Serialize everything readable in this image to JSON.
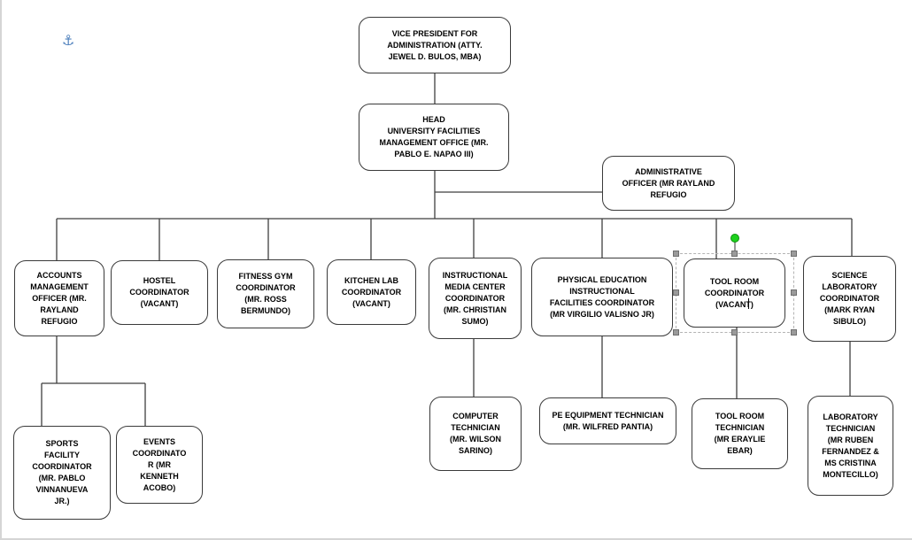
{
  "page": {
    "kind": "word-document-drawing",
    "anchor_icon": "object-anchor",
    "colors": {
      "box_border": "#3a3a3a",
      "connector": "#3f3f3f",
      "selection_handle": "#9a9a9a",
      "rotation_handle_green": "#1dd11d",
      "anchor_blue": "#4f81bd",
      "page_edge": "#d5d5d5"
    },
    "selection": {
      "selected_node_id": "toolroom",
      "selected_node_label": "TOOL ROOM COORDINATOR (VACANT)",
      "text_cursor_visible": true
    }
  },
  "org_chart": {
    "type": "org-tree",
    "nodes": [
      {
        "id": "vp",
        "label": "VICE PRESIDENT FOR\nADMINISTRATION (ATTY.\nJEWEL D. BULOS, MBA)"
      },
      {
        "id": "head",
        "label": "HEAD\nUNIVERSITY FACILITIES\nMANAGEMENT OFFICE (MR.\nPABLO E. NAPAO III)"
      },
      {
        "id": "admin",
        "label": "ADMINISTRATIVE\nOFFICER (MR RAYLAND\nREFUGIO"
      },
      {
        "id": "accounts",
        "label": "ACCOUNTS\nMANAGEMENT\nOFFICER (MR.\nRAYLAND\nREFUGIO"
      },
      {
        "id": "hostel",
        "label": "HOSTEL\nCOORDINATOR\n(VACANT)"
      },
      {
        "id": "fitness",
        "label": "FITNESS GYM\nCOORDINATOR\n(MR. ROSS\nBERMUNDO)"
      },
      {
        "id": "kitchen",
        "label": "KITCHEN LAB\nCOORDINATOR\n(VACANT)"
      },
      {
        "id": "imc",
        "label": "INSTRUCTIONAL\nMEDIA CENTER\nCOORDINATOR\n(MR. CHRISTIAN\nSUMO)"
      },
      {
        "id": "pe",
        "label": "PHYSICAL EDUCATION\nINSTRUCTIONAL\nFACILITIES COORDINATOR\n(MR VIRGILIO VALISNO JR)"
      },
      {
        "id": "toolroom",
        "label": "TOOL ROOM\nCOORDINATOR\n(VACANT)"
      },
      {
        "id": "science",
        "label": "SCIENCE\nLABORATORY\nCOORDINATOR\n(MARK RYAN\nSIBULO)"
      },
      {
        "id": "sports",
        "label": "SPORTS\nFACILITY\nCOORDINATOR\n(MR. PABLO\nVINNANUEVA\nJR.)"
      },
      {
        "id": "events",
        "label": "EVENTS\nCOORDINATO\nR (MR\nKENNETH\nACOBO)"
      },
      {
        "id": "computer",
        "label": "COMPUTER\nTECHNICIAN\n(MR. WILSON\nSARINO)"
      },
      {
        "id": "pe_tech",
        "label": "PE EQUIPMENT TECHNICIAN\n(MR. WILFRED PANTIA)"
      },
      {
        "id": "tool_tech",
        "label": "TOOL ROOM\nTECHNICIAN\n(MR ERAYLIE\nEBAR)"
      },
      {
        "id": "lab_tech",
        "label": "LABORATORY\nTECHNICIAN\n(MR RUBEN\nFERNANDEZ &\nMS CRISTINA\nMONTECILLO)"
      }
    ],
    "edges": [
      [
        "vp",
        "head"
      ],
      [
        "head",
        "admin"
      ],
      [
        "head",
        "accounts"
      ],
      [
        "head",
        "hostel"
      ],
      [
        "head",
        "fitness"
      ],
      [
        "head",
        "kitchen"
      ],
      [
        "head",
        "imc"
      ],
      [
        "head",
        "pe"
      ],
      [
        "head",
        "toolroom"
      ],
      [
        "head",
        "science"
      ],
      [
        "accounts",
        "sports"
      ],
      [
        "accounts",
        "events"
      ],
      [
        "imc",
        "computer"
      ],
      [
        "pe",
        "pe_tech"
      ],
      [
        "toolroom",
        "tool_tech"
      ],
      [
        "science",
        "lab_tech"
      ]
    ]
  }
}
